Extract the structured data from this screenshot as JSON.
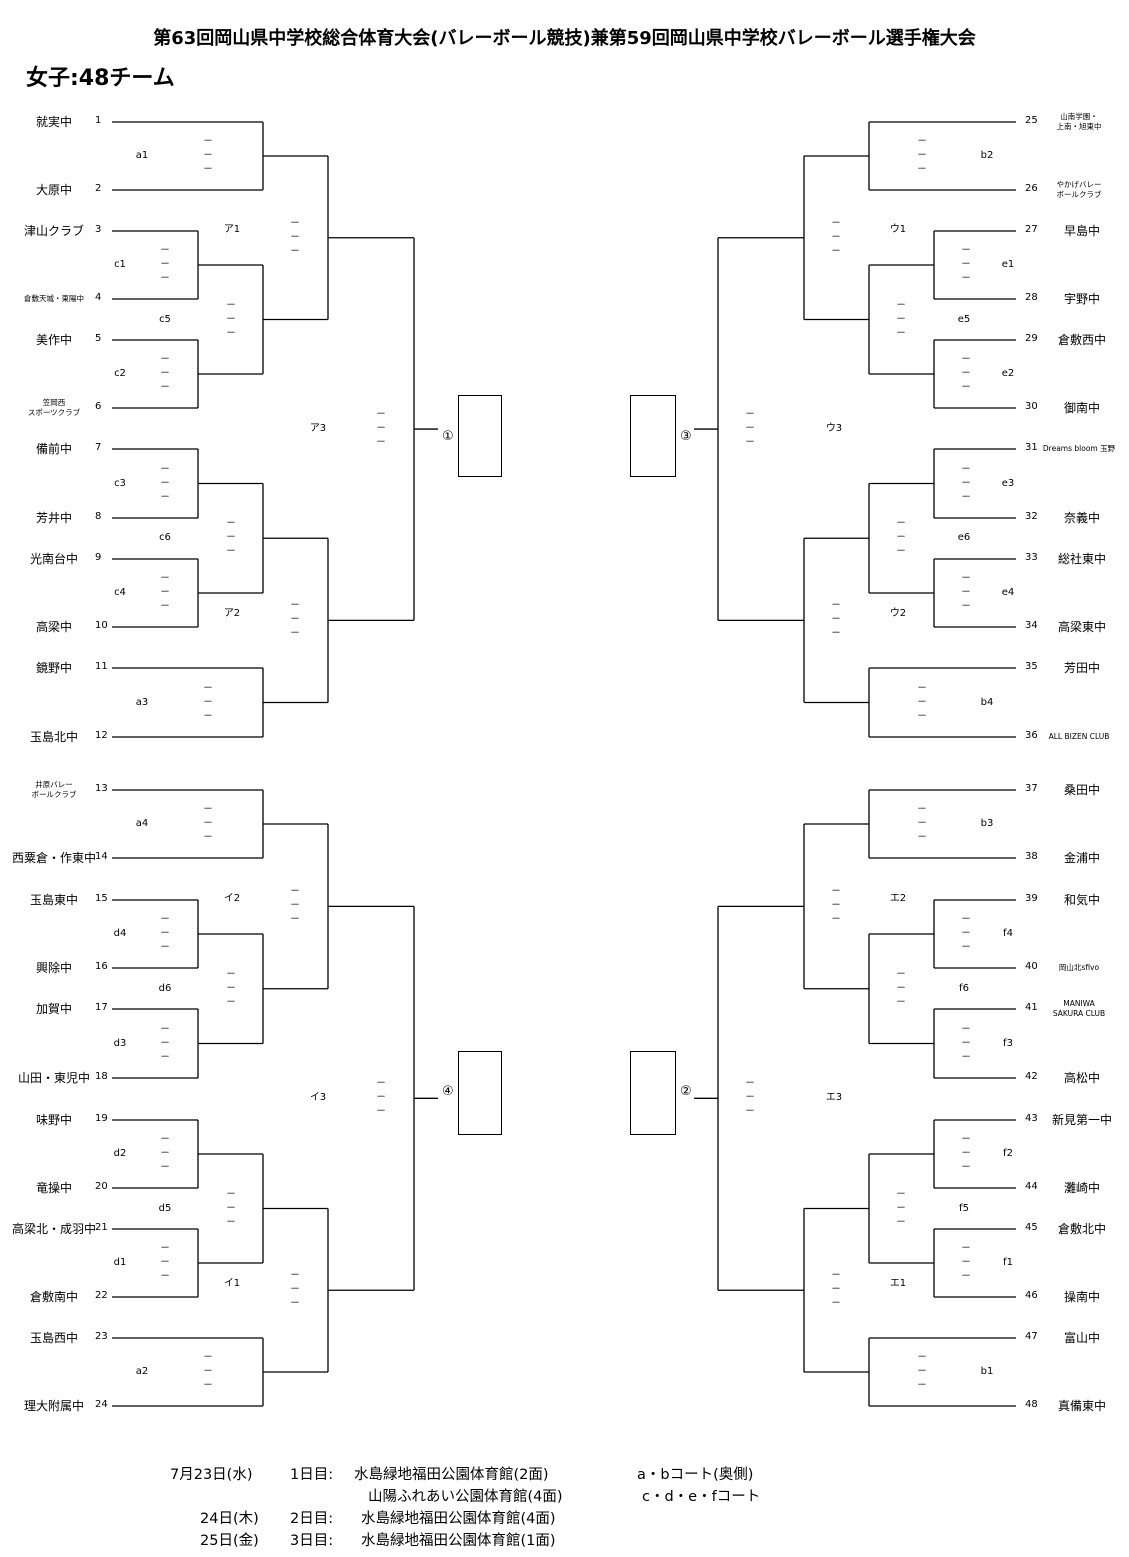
{
  "title": "第63回岡山県中学校総合体育大会(バレーボール競技)兼第59回岡山県中学校バレーボール選手権大会",
  "subtitle": "女子:48チーム",
  "teams": [
    {
      "no": "1",
      "name": [
        "就実中"
      ]
    },
    {
      "no": "2",
      "name": [
        "大原中"
      ]
    },
    {
      "no": "3",
      "name": [
        "津山クラブ"
      ]
    },
    {
      "no": "4",
      "name": [
        "倉敷天城・東陽中"
      ]
    },
    {
      "no": "5",
      "name": [
        "美作中"
      ]
    },
    {
      "no": "6",
      "name": [
        "笠岡西",
        "スポーツクラブ"
      ]
    },
    {
      "no": "7",
      "name": [
        "備前中"
      ]
    },
    {
      "no": "8",
      "name": [
        "芳井中"
      ]
    },
    {
      "no": "9",
      "name": [
        "光南台中"
      ]
    },
    {
      "no": "10",
      "name": [
        "高梁中"
      ]
    },
    {
      "no": "11",
      "name": [
        "鏡野中"
      ]
    },
    {
      "no": "12",
      "name": [
        "玉島北中"
      ]
    },
    {
      "no": "13",
      "name": [
        "井原バレー",
        "ボールクラブ"
      ]
    },
    {
      "no": "14",
      "name": [
        "西粟倉・作東中"
      ]
    },
    {
      "no": "15",
      "name": [
        "玉島東中"
      ]
    },
    {
      "no": "16",
      "name": [
        "興除中"
      ]
    },
    {
      "no": "17",
      "name": [
        "加賀中"
      ]
    },
    {
      "no": "18",
      "name": [
        "山田・東児中"
      ]
    },
    {
      "no": "19",
      "name": [
        "味野中"
      ]
    },
    {
      "no": "20",
      "name": [
        "竜操中"
      ]
    },
    {
      "no": "21",
      "name": [
        "高梁北・成羽中"
      ]
    },
    {
      "no": "22",
      "name": [
        "倉敷南中"
      ]
    },
    {
      "no": "23",
      "name": [
        "玉島西中"
      ]
    },
    {
      "no": "24",
      "name": [
        "理大附属中"
      ]
    },
    {
      "no": "25",
      "name": [
        "山南学園・",
        "上南・旭東中"
      ]
    },
    {
      "no": "26",
      "name": [
        "やかげバレー",
        "ボールクラブ"
      ]
    },
    {
      "no": "27",
      "name": [
        "早島中"
      ]
    },
    {
      "no": "28",
      "name": [
        "宇野中"
      ]
    },
    {
      "no": "29",
      "name": [
        "倉敷西中"
      ]
    },
    {
      "no": "30",
      "name": [
        "御南中"
      ]
    },
    {
      "no": "31",
      "name": [
        "Dreams bloom 玉野"
      ]
    },
    {
      "no": "32",
      "name": [
        "奈義中"
      ]
    },
    {
      "no": "33",
      "name": [
        "総社東中"
      ]
    },
    {
      "no": "34",
      "name": [
        "高梁東中"
      ]
    },
    {
      "no": "35",
      "name": [
        "芳田中"
      ]
    },
    {
      "no": "36",
      "name": [
        "ALL BIZEN CLUB"
      ]
    },
    {
      "no": "37",
      "name": [
        "桑田中"
      ]
    },
    {
      "no": "38",
      "name": [
        "金浦中"
      ]
    },
    {
      "no": "39",
      "name": [
        "和気中"
      ]
    },
    {
      "no": "40",
      "name": [
        "岡山北sfivo"
      ]
    },
    {
      "no": "41",
      "name": [
        "MANIWA",
        "SAKURA CLUB"
      ]
    },
    {
      "no": "42",
      "name": [
        "高松中"
      ]
    },
    {
      "no": "43",
      "name": [
        "新見第一中"
      ]
    },
    {
      "no": "44",
      "name": [
        "灘崎中"
      ]
    },
    {
      "no": "45",
      "name": [
        "倉敷北中"
      ]
    },
    {
      "no": "46",
      "name": [
        "操南中"
      ]
    },
    {
      "no": "47",
      "name": [
        "富山中"
      ]
    },
    {
      "no": "48",
      "name": [
        "真備東中"
      ]
    }
  ],
  "match_codes": {
    "a1": "a1",
    "c1": "c1",
    "c5": "c5",
    "c2": "c2",
    "a_1": "ア1",
    "c3": "c3",
    "c6": "c6",
    "c4": "c4",
    "a_2": "ア2",
    "a3": "a3",
    "a_3": "ア3",
    "a4": "a4",
    "d4": "d4",
    "d6": "d6",
    "d3": "d3",
    "i_2": "イ2",
    "d2": "d2",
    "d5": "d5",
    "d1": "d1",
    "i_1": "イ1",
    "a2": "a2",
    "i_3": "イ3",
    "b2": "b2",
    "e1": "e1",
    "e5": "e5",
    "e2": "e2",
    "u_1": "ウ1",
    "e3": "e3",
    "e6": "e6",
    "e4": "e4",
    "u_2": "ウ2",
    "b4": "b4",
    "u_3": "ウ3",
    "b3": "b3",
    "f4": "f4",
    "f6": "f6",
    "f3": "f3",
    "e_2": "エ2",
    "f2": "f2",
    "f5": "f5",
    "f1": "f1",
    "e_1": "エ1",
    "b1": "b1",
    "e_3": "エ3"
  },
  "score_dash": "－",
  "finals": {
    "f1": "①",
    "f2": "②",
    "f3": "③",
    "f4": "④"
  },
  "schedule": [
    {
      "date": "7月23日(水)",
      "day": "1日目:",
      "venue": "水島緑地福田公園体育館(2面)",
      "court": "a・bコート(奥側)"
    },
    {
      "date": "",
      "day": "",
      "venue": "山陽ふれあい公園体育館(4面)",
      "court": "c・d・e・fコート"
    },
    {
      "date": "24日(木)",
      "day": "2日目:",
      "venue": "水島緑地福田公園体育館(4面)",
      "court": ""
    },
    {
      "date": "25日(金)",
      "day": "3日目:",
      "venue": "水島緑地福田公園体育館(1面)",
      "court": ""
    }
  ]
}
